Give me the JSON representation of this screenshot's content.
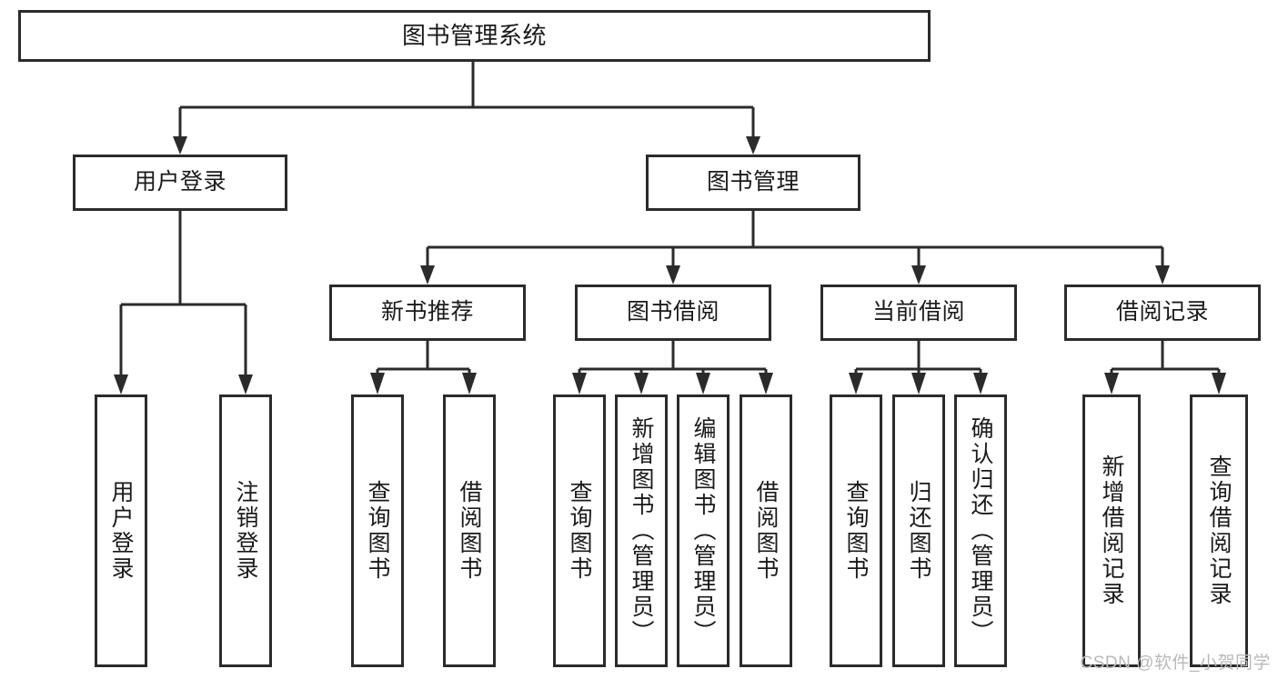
{
  "diagram": {
    "title": "图书管理系统",
    "type": "tree-structure-chart",
    "watermark": "CSDN @软件_小贺同学",
    "colors": {
      "stroke": "#2b2b2b",
      "box_fill": "#ffffff",
      "text": "#1a1a1a",
      "watermark": "#b9b9b9",
      "background": "#ffffff"
    },
    "root": {
      "label": "图书管理系统"
    },
    "level2": [
      {
        "label": "用户登录"
      },
      {
        "label": "图书管理"
      }
    ],
    "level3": [
      {
        "label": "新书推荐"
      },
      {
        "label": "图书借阅"
      },
      {
        "label": "当前借阅"
      },
      {
        "label": "借阅记录"
      }
    ],
    "leaves": {
      "user_login": [
        {
          "label": "用户登录"
        },
        {
          "label": "注销登录"
        }
      ],
      "new_book_recommend": [
        {
          "label": "查询图书"
        },
        {
          "label": "借阅图书"
        }
      ],
      "book_borrow": [
        {
          "label": "查询图书"
        },
        {
          "label": "新增图书（管理员）"
        },
        {
          "label": "编辑图书（管理员）"
        },
        {
          "label": "借阅图书"
        }
      ],
      "current_borrow": [
        {
          "label": "查询图书"
        },
        {
          "label": "归还图书"
        },
        {
          "label": "确认归还（管理员）"
        }
      ],
      "borrow_record": [
        {
          "label": "新增借阅记录"
        },
        {
          "label": "查询借阅记录"
        }
      ]
    }
  }
}
